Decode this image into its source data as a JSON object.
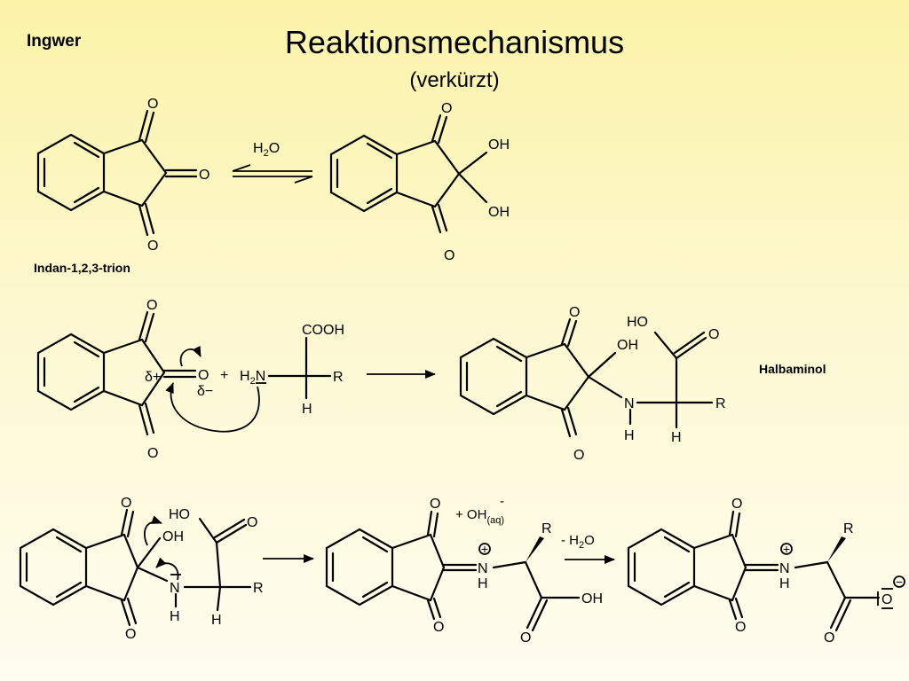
{
  "header": {
    "corner_label": "Ingwer",
    "title": "Reaktionsmechanismus",
    "subtitle": "(verkürzt)"
  },
  "row1": {
    "compound_name": "Indan-1,2,3-trion",
    "reagent_h": "H",
    "reagent_sub": "2",
    "reagent_o": "O",
    "oh": "OH",
    "o": "O"
  },
  "row2": {
    "delta_plus": "δ+",
    "delta_minus": "δ−",
    "plus": "+",
    "cooh": "COOH",
    "h2n_h": "H",
    "h2n_sub": "2",
    "h2n_n": "N",
    "r": "R",
    "h": "H",
    "product_name": "Halbaminol",
    "ho": "HO",
    "oh": "OH",
    "n": "N",
    "o": "O"
  },
  "row3": {
    "oh_minus_prefix": "+ OH",
    "oh_minus_charge": "-",
    "oh_minus_sub": "(aq)",
    "minus_water_prefix": "- H",
    "minus_water_sub": "2",
    "minus_water_o": "O",
    "ho": "HO",
    "oh": "OH",
    "n": "N",
    "h": "H",
    "r": "R",
    "o": "O",
    "o_minus": "O",
    "plus_symbol": "+",
    "minus_symbol": "−"
  }
}
